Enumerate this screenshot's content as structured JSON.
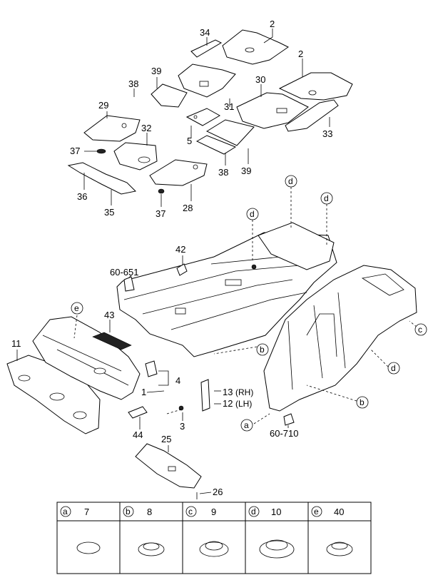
{
  "callouts": {
    "c34": "34",
    "c2a": "2",
    "c2b": "2",
    "c39a": "39",
    "c38a": "38",
    "c30": "30",
    "c29": "29",
    "c31": "31",
    "c32": "32",
    "c5": "5",
    "c33": "33",
    "c37a": "37",
    "c38b": "38",
    "c39b": "39",
    "c36": "36",
    "c35": "35",
    "c37b": "37",
    "c28": "28",
    "c_d1": "d",
    "c_d2": "d",
    "c_d3": "d",
    "c42": "42",
    "c60_651": "60-651",
    "c_e": "e",
    "c43": "43",
    "c11": "11",
    "c_c": "c",
    "c_b1": "b",
    "c_d4": "d",
    "c4": "4",
    "c1": "1",
    "c13": "13",
    "c13_side": "(RH)",
    "c12": "12",
    "c12_side": "(LH)",
    "c_b2": "b",
    "c_a": "a",
    "c3": "3",
    "c44": "44",
    "c60_710": "60-710",
    "c25": "25",
    "c26": "26"
  },
  "legend": [
    {
      "letter": "a",
      "part": "7"
    },
    {
      "letter": "b",
      "part": "8"
    },
    {
      "letter": "c",
      "part": "9"
    },
    {
      "letter": "d",
      "part": "10"
    },
    {
      "letter": "e",
      "part": "40"
    }
  ]
}
